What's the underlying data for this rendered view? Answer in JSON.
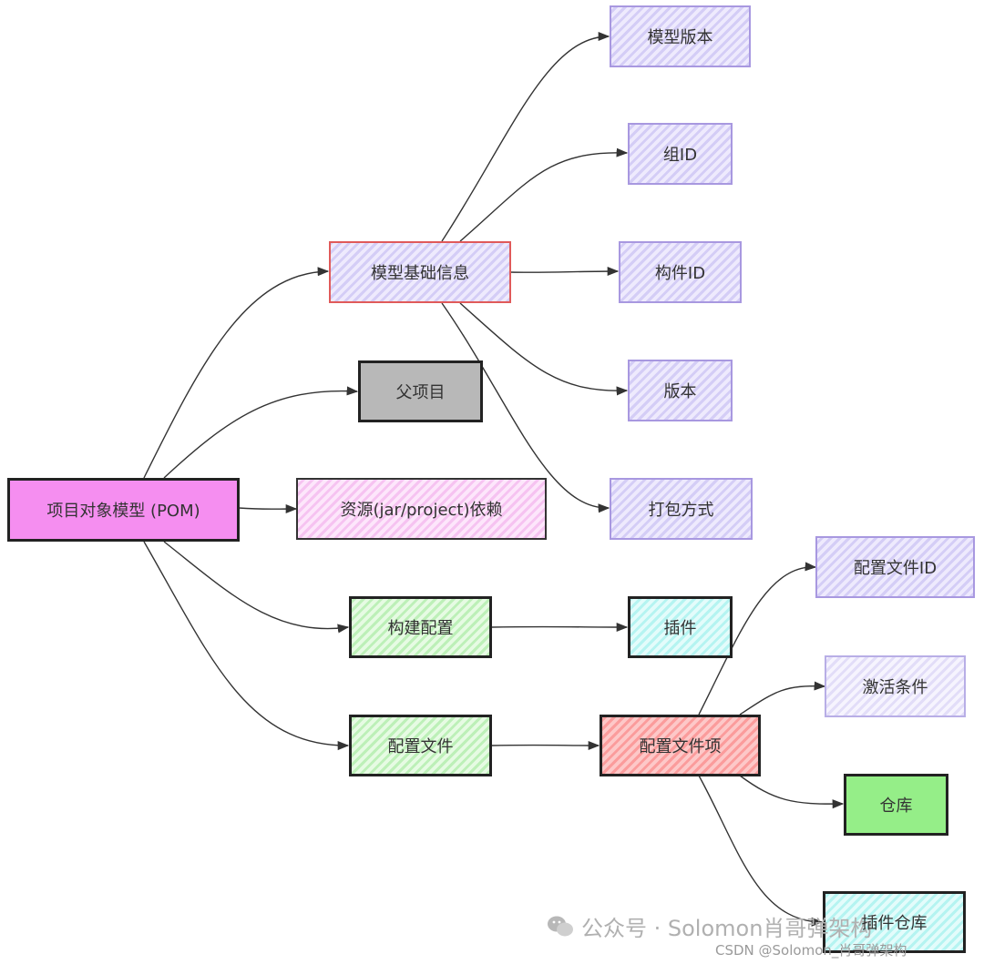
{
  "diagram": {
    "root": "项目对象模型 (POM)",
    "nodes": {
      "basic_info": "模型基础信息",
      "model_version": "模型版本",
      "group_id": "组ID",
      "artifact_id": "构件ID",
      "version": "版本",
      "packaging": "打包方式",
      "parent": "父项目",
      "dependencies": "资源(jar/project)依赖",
      "build": "构建配置",
      "plugins": "插件",
      "profiles": "配置文件",
      "profile_item": "配置文件项",
      "profile_id": "配置文件ID",
      "activation": "激活条件",
      "repositories": "仓库",
      "plugin_repositories": "插件仓库"
    },
    "edges": [
      [
        "root",
        "basic_info"
      ],
      [
        "root",
        "parent"
      ],
      [
        "root",
        "dependencies"
      ],
      [
        "root",
        "build"
      ],
      [
        "root",
        "profiles"
      ],
      [
        "basic_info",
        "model_version"
      ],
      [
        "basic_info",
        "group_id"
      ],
      [
        "basic_info",
        "artifact_id"
      ],
      [
        "basic_info",
        "version"
      ],
      [
        "basic_info",
        "packaging"
      ],
      [
        "build",
        "plugins"
      ],
      [
        "profiles",
        "profile_item"
      ],
      [
        "profile_item",
        "profile_id"
      ],
      [
        "profile_item",
        "activation"
      ],
      [
        "profile_item",
        "repositories"
      ],
      [
        "profile_item",
        "plugin_repositories"
      ]
    ],
    "colors": {
      "root": "#f58ef0",
      "parent": "#b8b8b8",
      "info": "#d4cdf6",
      "dependency": "#f6c3f1",
      "build": "#bdf0b8",
      "plugin": "#b5f4f1",
      "profile_item": "#fb9c9c",
      "repo": "#95ee88"
    }
  },
  "watermark": {
    "icon": "wechat-icon",
    "text": "公众号 · Solomon肖哥弹架构",
    "csdn": "CSDN @Solomon_肖哥弹架构"
  }
}
